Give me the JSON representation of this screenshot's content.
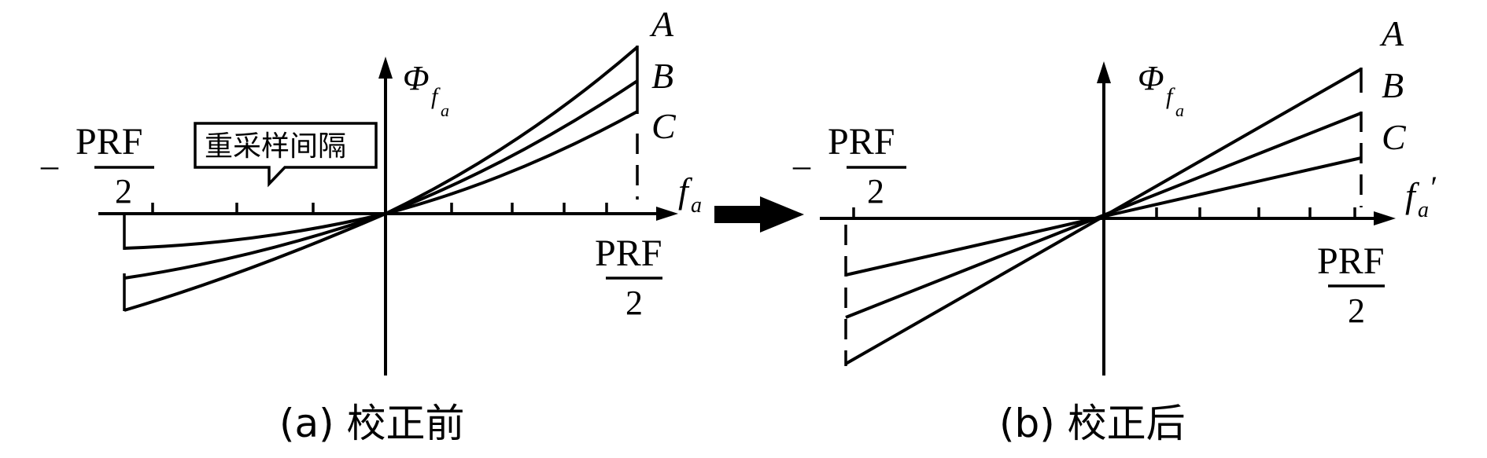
{
  "panel_a": {
    "caption": "(a) 校正前",
    "y_axis_symbol": "Φ",
    "y_axis_subscript": "f",
    "y_axis_subsubscript": "a",
    "x_axis_symbol": "f",
    "x_axis_subscript": "a",
    "left_minus": "_",
    "left_numerator": "PRF",
    "left_denominator": "2",
    "right_numerator": "PRF",
    "right_denominator": "2",
    "callout": "重采样间隔",
    "curve_labels": [
      "A",
      "B",
      "C"
    ]
  },
  "panel_b": {
    "caption": "(b) 校正后",
    "y_axis_symbol": "Φ",
    "y_axis_subscript": "f",
    "y_axis_subsubscript": "a",
    "x_axis_symbol": "f",
    "x_axis_subscript": "a",
    "x_axis_prime": "′",
    "left_minus": "_",
    "left_numerator": "PRF",
    "left_denominator": "2",
    "right_numerator": "PRF",
    "right_denominator": "2",
    "curve_labels": [
      "A",
      "B",
      "C"
    ]
  },
  "arrow_icon": "right-arrow-icon"
}
